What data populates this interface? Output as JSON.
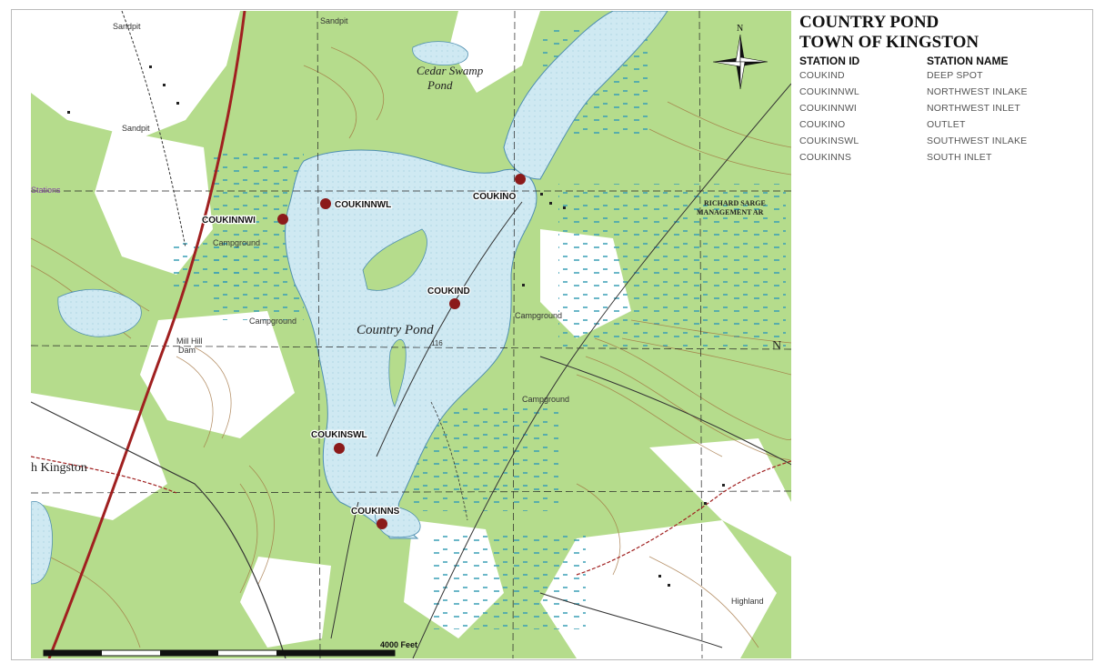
{
  "legend": {
    "title_line1": "COUNTRY POND",
    "title_line2": "TOWN OF KINGSTON",
    "col_id_header": "STATION ID",
    "col_name_header": "STATION NAME",
    "stations": [
      {
        "id": "COUKIND",
        "name": "DEEP SPOT"
      },
      {
        "id": "COUKINNWL",
        "name": "NORTHWEST INLAKE"
      },
      {
        "id": "COUKINNWI",
        "name": "NORTHWEST INLET"
      },
      {
        "id": "COUKINO",
        "name": "OUTLET"
      },
      {
        "id": "COUKINSWL",
        "name": "SOUTHWEST INLAKE"
      },
      {
        "id": "COUKINNS",
        "name": "SOUTH INLET"
      }
    ]
  },
  "map": {
    "pond_name": "Country Pond",
    "cedar_swamp_line1": "Cedar Swamp",
    "cedar_swamp_line2": "Pond",
    "sandpit_1": "Sandpit",
    "sandpit_2": "Sandpit",
    "sandpit_3": "Sandpit",
    "campground_1": "Campground",
    "campground_2": "Campground",
    "campground_3": "Campground",
    "campground_4": "Campground",
    "mill_hill": "Mill Hill",
    "mill_hill_2": "Dam",
    "kingston": "h Kingston",
    "highland": "Highland",
    "stations_edge": "Stations",
    "mgmt_line1": "RICHARD SARGE",
    "mgmt_line2": "MANAGEMENT AR",
    "north_arrow_label": "N",
    "north_edge_label": "N",
    "elevation": "116",
    "scale_label": "4000  Feet",
    "station_labels": {
      "coukind": "COUKIND",
      "coukinnwl": "COUKINNWL",
      "coukinnwi": "COUKINNWI",
      "coukino": "COUKINO",
      "coukinswl": "COUKINSWL",
      "coukinns": "COUKINNS"
    }
  },
  "colors": {
    "forest": "#b5dc8c",
    "water": "#cde8f0",
    "station_dot": "#8b1a1a",
    "road_red": "#a02020",
    "contour": "#a0703c"
  }
}
